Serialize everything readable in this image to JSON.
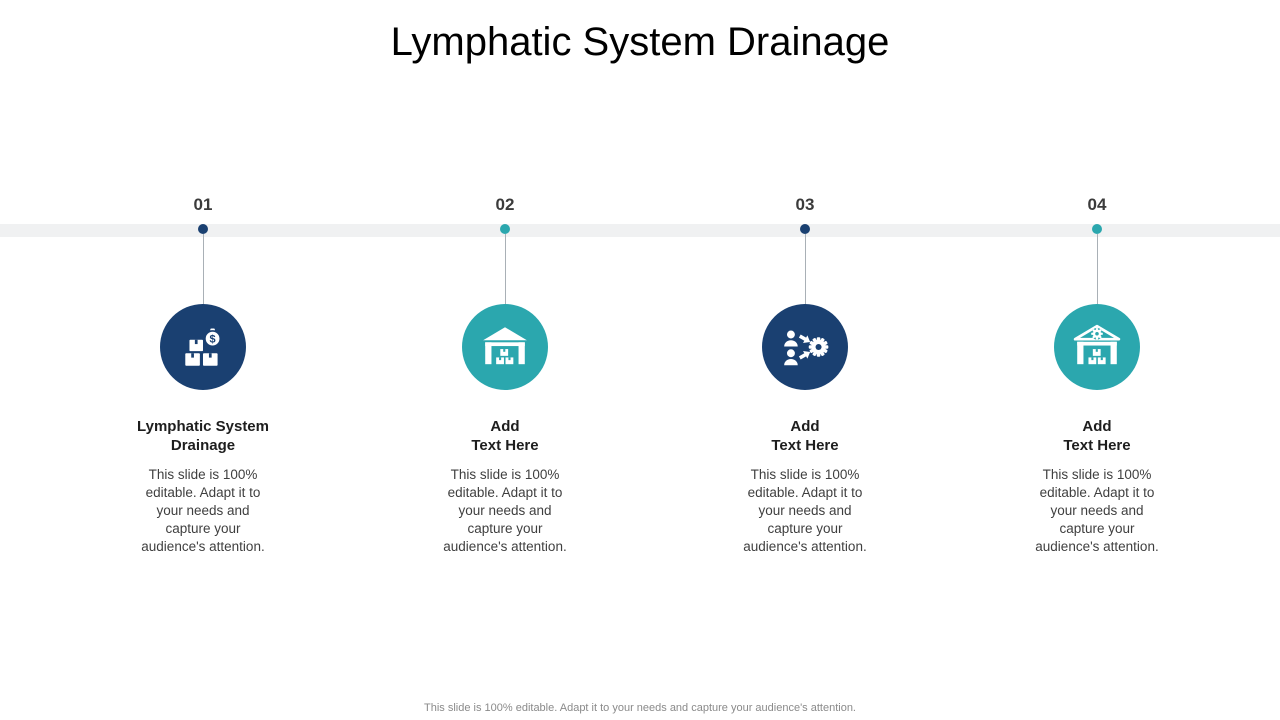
{
  "slide": {
    "title": "Lymphatic System Drainage",
    "footer": "This slide is 100% editable.  Adapt it to your needs and capture your audience's attention.",
    "colors": {
      "navy": "#1a4071",
      "teal": "#2ba7ae",
      "band": "#f0f1f2"
    }
  },
  "timeline": {
    "items": [
      {
        "number": "01",
        "heading": "Lymphatic System\nDrainage",
        "body": "This slide is 100%\neditable. Adapt it to\nyour needs and\ncapture your\naudience's attention.",
        "accent": "#1a4071",
        "icon": "boxes-dollar-icon"
      },
      {
        "number": "02",
        "heading": "Add\nText Here",
        "body": "This slide is 100%\neditable. Adapt it to\nyour needs and\ncapture your\naudience's attention.",
        "accent": "#2ba7ae",
        "icon": "warehouse-boxes-icon"
      },
      {
        "number": "03",
        "heading": "Add\nText Here",
        "body": "This slide is 100%\neditable. Adapt it to\nyour needs and\ncapture your\naudience's attention.",
        "accent": "#1a4071",
        "icon": "people-to-gear-icon"
      },
      {
        "number": "04",
        "heading": "Add\nText Here",
        "body": "This slide is 100%\neditable. Adapt it to\nyour needs and\ncapture your\naudience's attention.",
        "accent": "#2ba7ae",
        "icon": "warehouse-gear-icon"
      }
    ]
  }
}
